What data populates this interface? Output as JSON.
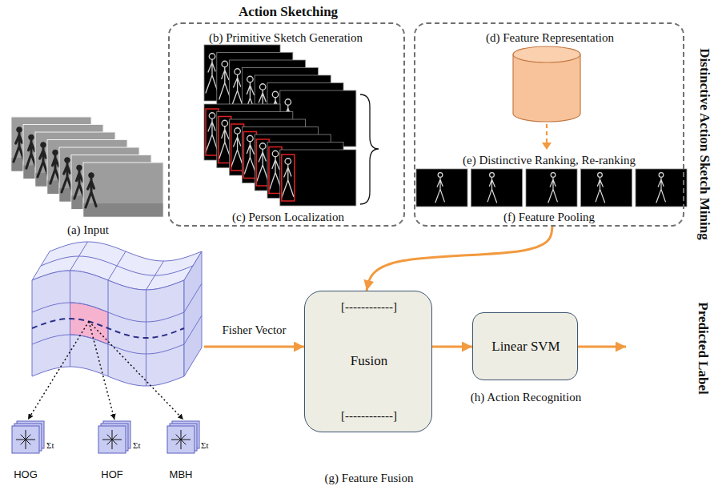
{
  "diagram": {
    "nodes": [
      {
        "text": [
          "(a) Input"
        ]
      },
      {
        "text": [
          "Action Sketching",
          "(b) Primitive Sketch Generation",
          "(c) Person Localization"
        ]
      },
      {
        "text": [
          "Distinctive Action Sketch Mining",
          "(d) Feature Representation",
          "(e) Distinctive Ranking, Re-ranking",
          "(f) Feature Pooling"
        ]
      },
      {
        "text": [
          "HOG",
          "HOF",
          "MBH"
        ]
      },
      {
        "text": [
          "[------------]",
          "Fusion",
          "[------------]",
          "(g) Feature Fusion"
        ]
      },
      {
        "text": [
          "Linear SVM",
          "(h) Action Recognition"
        ]
      },
      {
        "text": [
          "Predicted Label"
        ]
      }
    ],
    "edges": [
      {
        "from": 2,
        "to": 4,
        "arrow": "to"
      },
      {
        "from": 3,
        "to": 4,
        "label": "Fisher Vector",
        "arrow": "to"
      },
      {
        "from": 4,
        "to": 5,
        "arrow": "to"
      },
      {
        "from": 5,
        "to": 6,
        "arrow": "to"
      }
    ],
    "labels": [
      "Σt",
      "Σt",
      "Σt"
    ]
  }
}
